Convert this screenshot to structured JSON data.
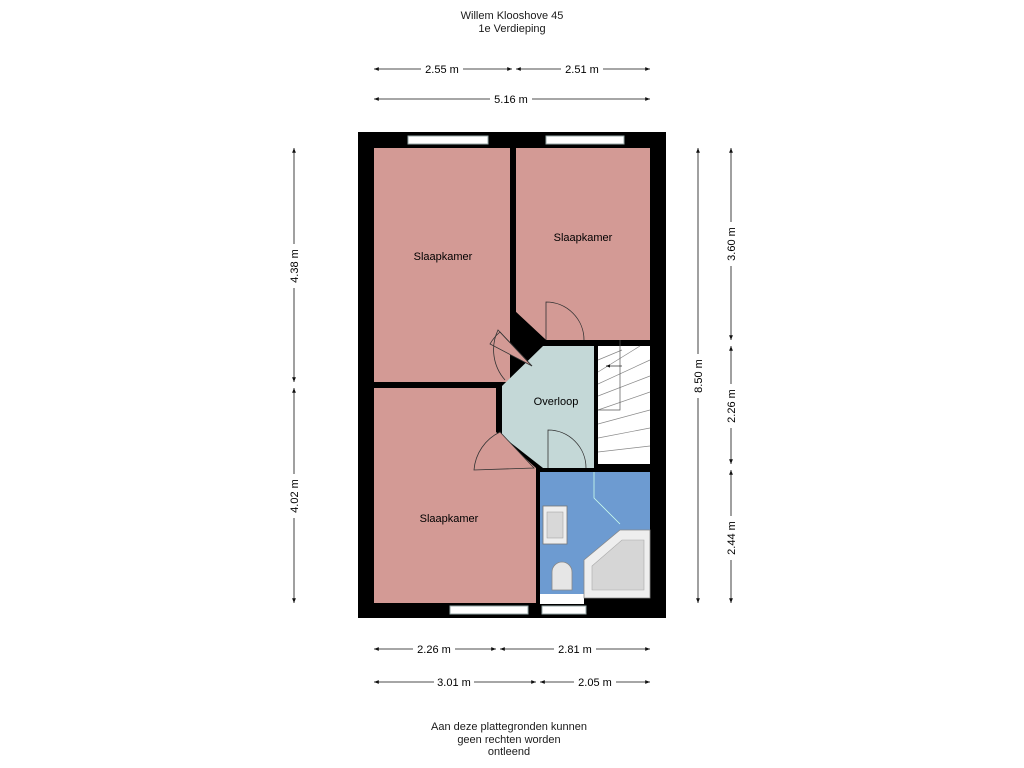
{
  "header": {
    "address": "Willem Klooshove 45",
    "floor": "1e Verdieping"
  },
  "rooms": [
    {
      "name": "Slaapkamer"
    },
    {
      "name": "Slaapkamer"
    },
    {
      "name": "Slaapkamer"
    },
    {
      "name": "Overloop"
    }
  ],
  "dimensions": {
    "top": [
      "2.55 m",
      "2.51 m",
      "5.16 m"
    ],
    "bottom": [
      "2.26 m",
      "2.81 m",
      "3.01 m",
      "2.05 m"
    ],
    "left": [
      "4.38 m",
      "4.02 m"
    ],
    "right": [
      "8.50 m",
      "3.60 m",
      "2.26 m",
      "2.44 m"
    ]
  },
  "colors": {
    "bedroom": "#d39a95",
    "landing": "#c4d8d7",
    "bathroom": "#6d9bd1",
    "wall": "#000000",
    "stairs": "#ffffff"
  },
  "disclaimer": {
    "line1": "Aan deze plattegronden kunnen",
    "line2": "geen rechten worden",
    "line3": "ontleend"
  }
}
